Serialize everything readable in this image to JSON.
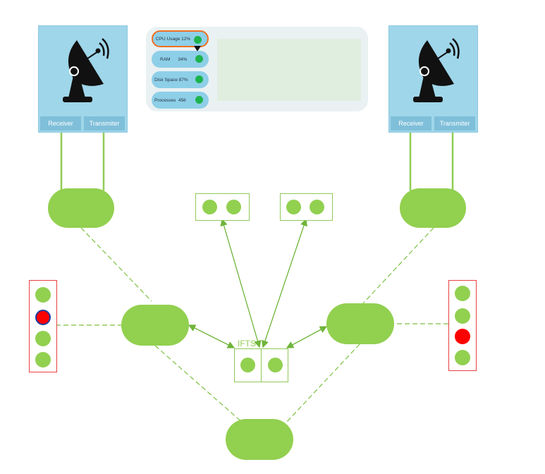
{
  "colors": {
    "node": "#92d050",
    "line": "#7cc142",
    "panel": "#9fd6ea",
    "alert": "#ff0000",
    "status_ok": "#1db34e",
    "selected_border": "#f07020"
  },
  "antenna_left": {
    "icon": "satellite-dish-icon",
    "receiver_label": "Receiver",
    "transmitter_label": "Transmiter"
  },
  "antenna_right": {
    "icon": "satellite-dish-icon",
    "receiver_label": "Receiver",
    "transmitter_label": "Transmiter"
  },
  "dashboard": {
    "metrics": [
      {
        "label": "CPU Usage 12%",
        "status": "ok",
        "selected": true
      },
      {
        "label": "RAM      34%",
        "status": "ok"
      },
      {
        "label": "Disk Space 87%",
        "status": "ok"
      },
      {
        "label": "Processes  456",
        "status": "ok"
      }
    ]
  },
  "hub": {
    "label": "IFTS"
  },
  "left_rack": {
    "slots": [
      "ok",
      "alert",
      "ok",
      "ok"
    ]
  },
  "right_rack": {
    "slots": [
      "ok",
      "ok",
      "alert",
      "ok"
    ]
  }
}
